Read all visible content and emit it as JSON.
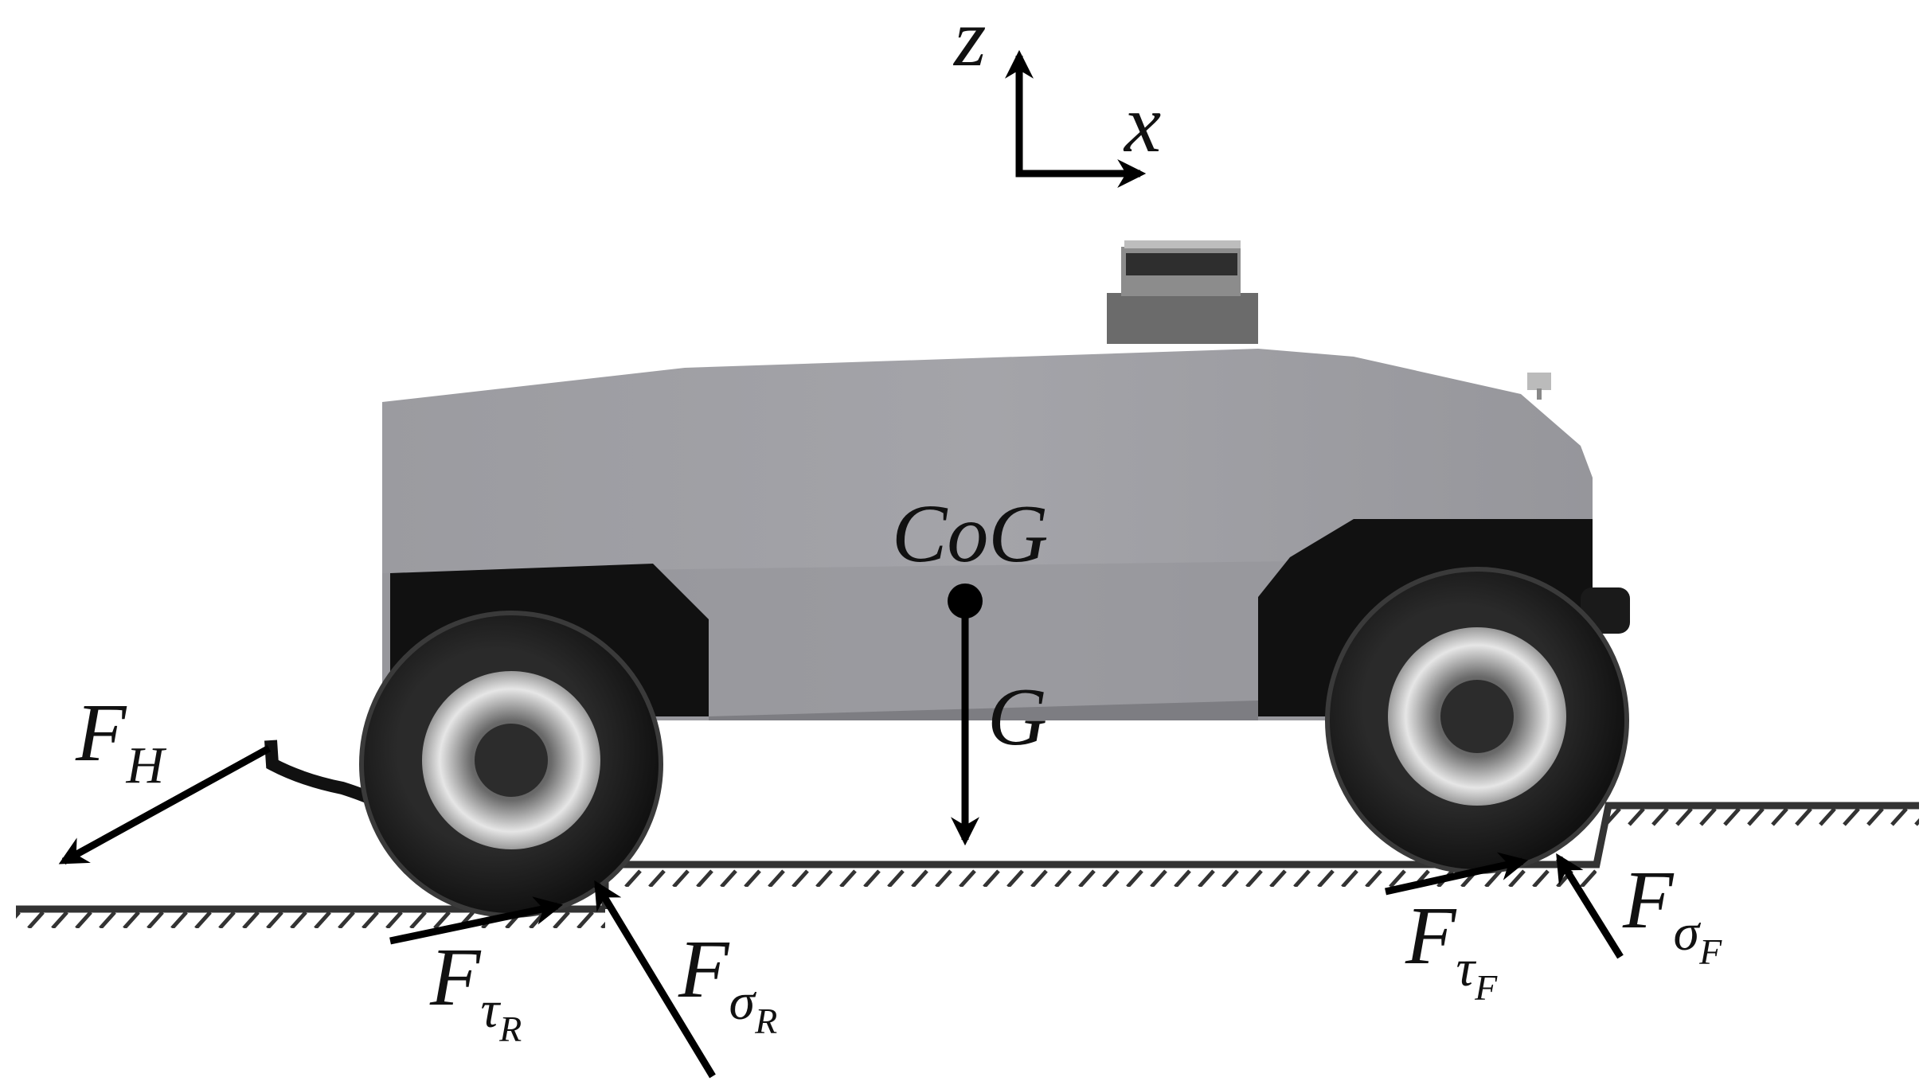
{
  "axes": {
    "z_label": "z",
    "x_label": "x"
  },
  "cog_label": "CoG",
  "gravity_label": "G",
  "forces": {
    "hitch": {
      "main": "F",
      "sub": "H"
    },
    "rear_traction": {
      "main": "F",
      "sub": "τ",
      "subsub": "R"
    },
    "rear_normal": {
      "main": "F",
      "sub": "σ",
      "subsub": "R"
    },
    "front_traction": {
      "main": "F",
      "sub": "τ",
      "subsub": "F"
    },
    "front_normal": {
      "main": "F",
      "sub": "σ",
      "subsub": "F"
    }
  },
  "colors": {
    "body_light": "#adadb2",
    "body_dark": "#8e8e93",
    "fender": "#111111",
    "tire": "#1c1c1c",
    "rim": "#d8d8d8",
    "arrow": "#000000",
    "ground": "#333333"
  }
}
